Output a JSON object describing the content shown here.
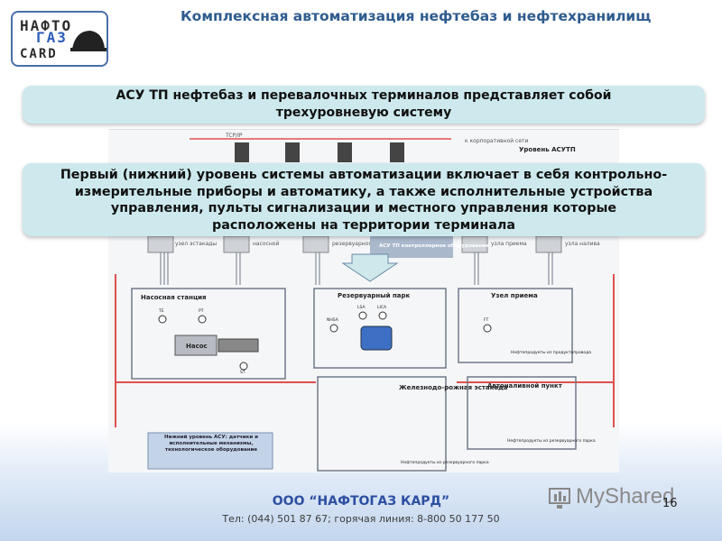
{
  "logo": {
    "line1": "НАФТО",
    "line2": "ГАЗ",
    "line3": "CARD"
  },
  "header": {
    "title": "Комплексная автоматизация нефтебаз и нефтехранилищ"
  },
  "callout_top": {
    "line1": "АСУ ТП нефтебаз и перевалочных терминалов представляет собой",
    "line2": "трехуровневую систему"
  },
  "callout_mid": {
    "line1": "Первый (нижний) уровень системы автоматизации включает в себя контрольно-",
    "line2": "измерительные приборы и автоматику, а также исполнительные устройства",
    "line3": "управления, пульты сигнализации и местного управления которые",
    "line4": "расположены на территории терминала"
  },
  "diagram": {
    "top_label": "TCP/IP",
    "level_label": "Уровень АСУТП",
    "corp_note": "к корпоративной сети",
    "controller_label": "АСУ ТП контроллерное оборудование",
    "controller_captions": [
      "узел эстакады",
      "насосной",
      "резервуарного парка",
      "узла приема",
      "узла налива"
    ],
    "blocks": {
      "pump_station": "Насосная станция",
      "pump": "Насос",
      "tank_park": "Резервуарный парк",
      "intake_unit": "Узел приема",
      "rail_rack": "Железнодо-рожная эстакада",
      "auto_loading": "Автоналивной пункт"
    },
    "notes": {
      "from_pipeline": "Нефтепродукты из продуктопровода",
      "from_tank_park": "Нефтепродукты из резервуарного парка",
      "from_tank_park2": "Нефтепродукты из резервуарного парка"
    },
    "legend": "Нижний уровень АСУ: датчики и исполнительные механизмы, технологическое оборудование",
    "instruments": [
      "TE",
      "PT",
      "FT",
      "LSA",
      "LICA",
      "NHSA",
      "ST"
    ]
  },
  "footer": {
    "company": "ООО “НАФТОГАЗ КАРД”",
    "contacts": "Тел: (044) 501 87 67; горячая линия: 8-800 50 177 50"
  },
  "watermark": "MyShared",
  "page_number": "16",
  "colors": {
    "title": "#2f5c8f",
    "callout_bg": "#cde9ee",
    "footer_company": "#2d4fa1",
    "pipe_red": "#e05050",
    "pipe_gray": "#707888"
  }
}
